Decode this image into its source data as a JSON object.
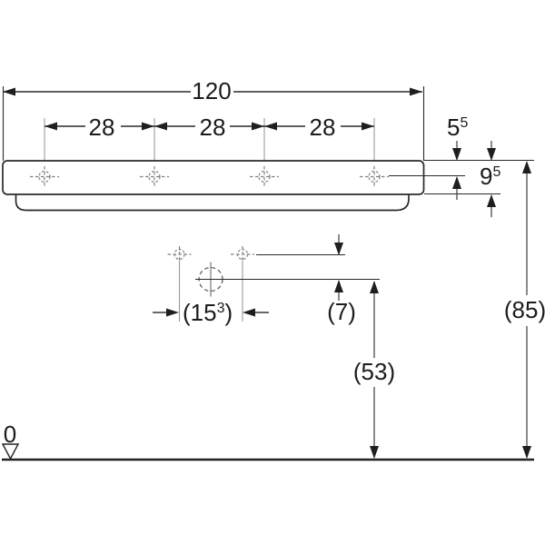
{
  "colors": {
    "line": "#2a2a2a",
    "extension_line": "#9a9a9a",
    "centerline_marker": "#808080",
    "background": "#ffffff"
  },
  "dimensions": {
    "overall_width": "120",
    "tap_hole_spacing": [
      "28",
      "28",
      "28"
    ],
    "top_to_tap_hole": {
      "base": "5",
      "sup": "5"
    },
    "apron_height": {
      "base": "9",
      "sup": "5"
    },
    "fixing_hole_spacing": {
      "open": "(15",
      "sup": "3",
      "close": ")"
    },
    "tap_row_to_outlet": "(7)",
    "outlet_height": "(53)",
    "rim_height": "(85)",
    "datum": "0"
  }
}
